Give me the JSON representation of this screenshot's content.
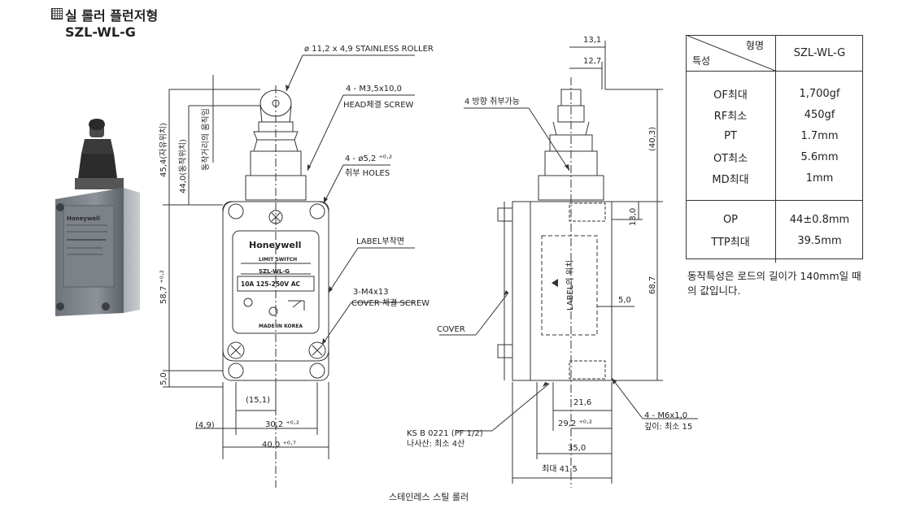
{
  "header": {
    "title": "실 롤러 플런저형",
    "model": "SZL-WL-G"
  },
  "front_view": {
    "roller": "ø 11,2 x 4,9 STAINLESS ROLLER",
    "screw": "4 - M3,5x10,0",
    "screw_desc": "HEAD체결 SCREW",
    "holes": "4 - ø5,2 ⁺⁰·²",
    "holes_desc": "취부 HOLES",
    "label_pos": "LABEL부착면",
    "cover_screw": "3-M4x13",
    "cover_screw_desc": "COVER 체결 SCREW",
    "dim_free": "45,4(자유위치)",
    "dim_op": "44,0(동작위치)",
    "dim_pt": "동작거리의 움직임",
    "dim_height": "58,7 ⁺⁰·²",
    "dim_bottom": "5,0",
    "dim_mid": "(15,1)",
    "dim_left": "(4,9)",
    "dim_holes": "30,2 ⁺⁰·²",
    "dim_width": "40,0 ⁺⁰·⁷"
  },
  "label_plate": {
    "brand": "Honeywell",
    "type": "LIMIT SWITCH",
    "model": "SZL-WL-G",
    "rating": "10A 125-250V AC",
    "made": "MADE IN KOREA"
  },
  "side_view": {
    "dim_top1": "13,1",
    "dim_top2": "12,7",
    "mount_dir": "4 방향 취부가능",
    "dim_403": "(40,3)",
    "dim_130": "13,0",
    "dim_687": "68,7",
    "label_pos": "LABEL의 위치",
    "dim_50": "5,0",
    "cover": "COVER",
    "dim_216": "21,6",
    "dim_292": "29,2 ⁺⁰·²",
    "dim_350": "35,0",
    "dim_415": "최대 41,5",
    "conduit": "KS B 0221 (PF 1/2)",
    "conduit_desc": "나사산: 최소 4산",
    "thread": "4 - M6x1,0",
    "thread_desc": "깊이: 최소 15"
  },
  "caption": "스테인레스 스틸 롤러",
  "spec": {
    "header_top": "형명",
    "header_bottom": "특성",
    "model": "SZL-WL-G",
    "rows1": [
      {
        "k": "OF최대",
        "v": "1,700gf"
      },
      {
        "k": "RF최소",
        "v": "450gf"
      },
      {
        "k": "PT",
        "v": "1.7mm"
      },
      {
        "k": "OT최소",
        "v": "5.6mm"
      },
      {
        "k": "MD최대",
        "v": "1mm"
      }
    ],
    "rows2": [
      {
        "k": "OP",
        "v": "44±0.8mm"
      },
      {
        "k": "TTP최대",
        "v": "39.5mm"
      }
    ],
    "note": "동작특성은 로드의 길이가 140mm일 때의 값입니다."
  }
}
